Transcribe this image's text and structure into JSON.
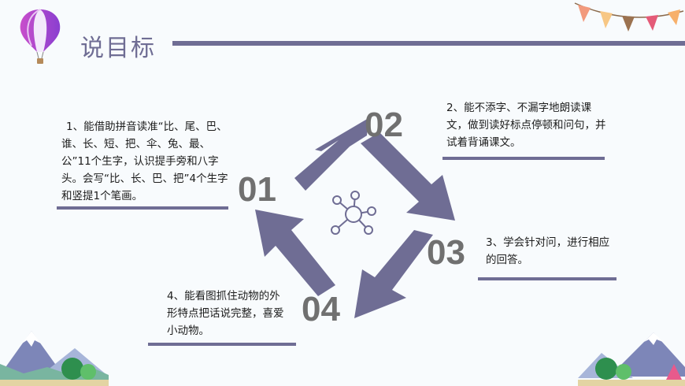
{
  "header": {
    "title": "说目标"
  },
  "numbers": [
    "01",
    "02",
    "03",
    "04"
  ],
  "goals": [
    "1、能借助拼音读准“比、尾、巴、谁、长、短、把、伞、兔、最、公”11个生字，认识提手旁和八字头。会写“比、长、巴、把”4个生字和竖提1个笔画。",
    "2、能不添字、不漏字地朗读课文，做到读好标点停顿和问句，并试着背诵课文。",
    "3、学会针对问，进行相应的回答。",
    "4、能看图抓住动物的外形特点把话说完整，喜爱小动物。"
  ],
  "icons": [
    "hot-air-balloon-icon",
    "pennant-bunting-icon",
    "molecule-network-icon",
    "mountain-scenery-icon"
  ],
  "colors": {
    "accent": "#6f6d94",
    "number": "#707070",
    "background": "#f8fbfd"
  }
}
